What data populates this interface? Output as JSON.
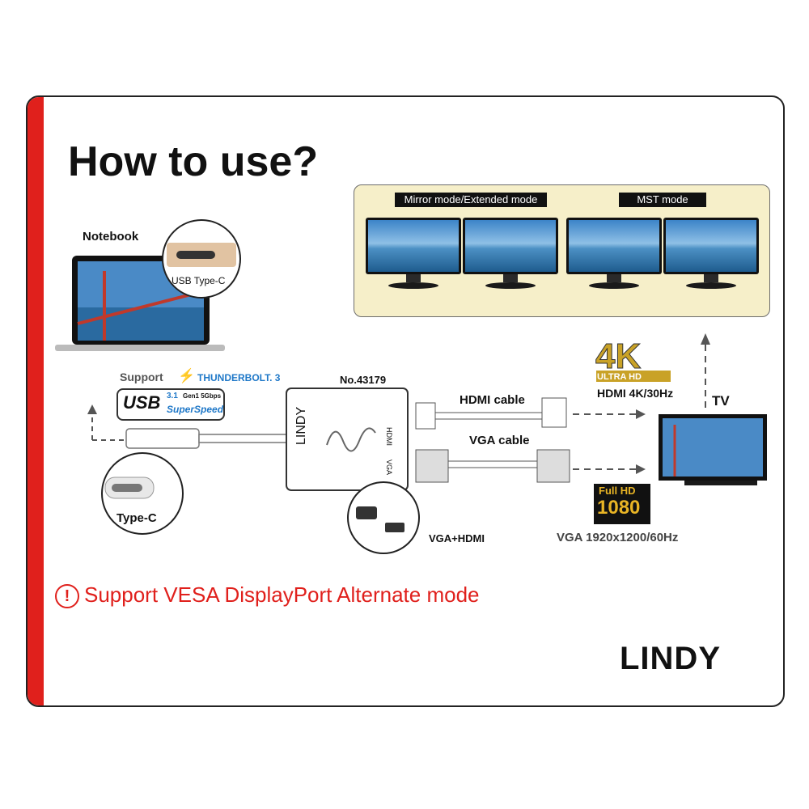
{
  "title": "How to use?",
  "modes_panel": {
    "mirror_label": "Mirror mode/Extended mode",
    "mst_label": "MST mode"
  },
  "notebook": {
    "label": "Notebook",
    "port_label": "USB Type-C"
  },
  "support": {
    "label": "Support",
    "thunderbolt": "THUNDERBOLT. 3"
  },
  "usb_badge": {
    "usb": "USB",
    "version": "3.1",
    "gen": "Gen1 5Gbps",
    "speed": "SuperSpeed"
  },
  "connector": {
    "label": "Type-C"
  },
  "adapter": {
    "model": "No.43179",
    "brand": "LINDY",
    "port_hdmi": "HDMI",
    "port_vga": "VGA",
    "ports_label": "VGA+HDMI"
  },
  "cables": {
    "hdmi": "HDMI cable",
    "vga": "VGA cable"
  },
  "badges": {
    "four_k": "4K",
    "ultra_hd": "ULTRA HD",
    "hdmi_spec": "HDMI 4K/30Hz",
    "full_hd": "Full HD",
    "fhd_num": "1080",
    "vga_spec": "VGA 1920x1200/60Hz"
  },
  "tv": {
    "label": "TV"
  },
  "notice": {
    "icon": "!",
    "text": "Support VESA DisplayPort Alternate mode"
  },
  "logo": {
    "text": "LINDY"
  },
  "colors": {
    "accent": "#e0201c",
    "panel": "#f6efc9"
  }
}
